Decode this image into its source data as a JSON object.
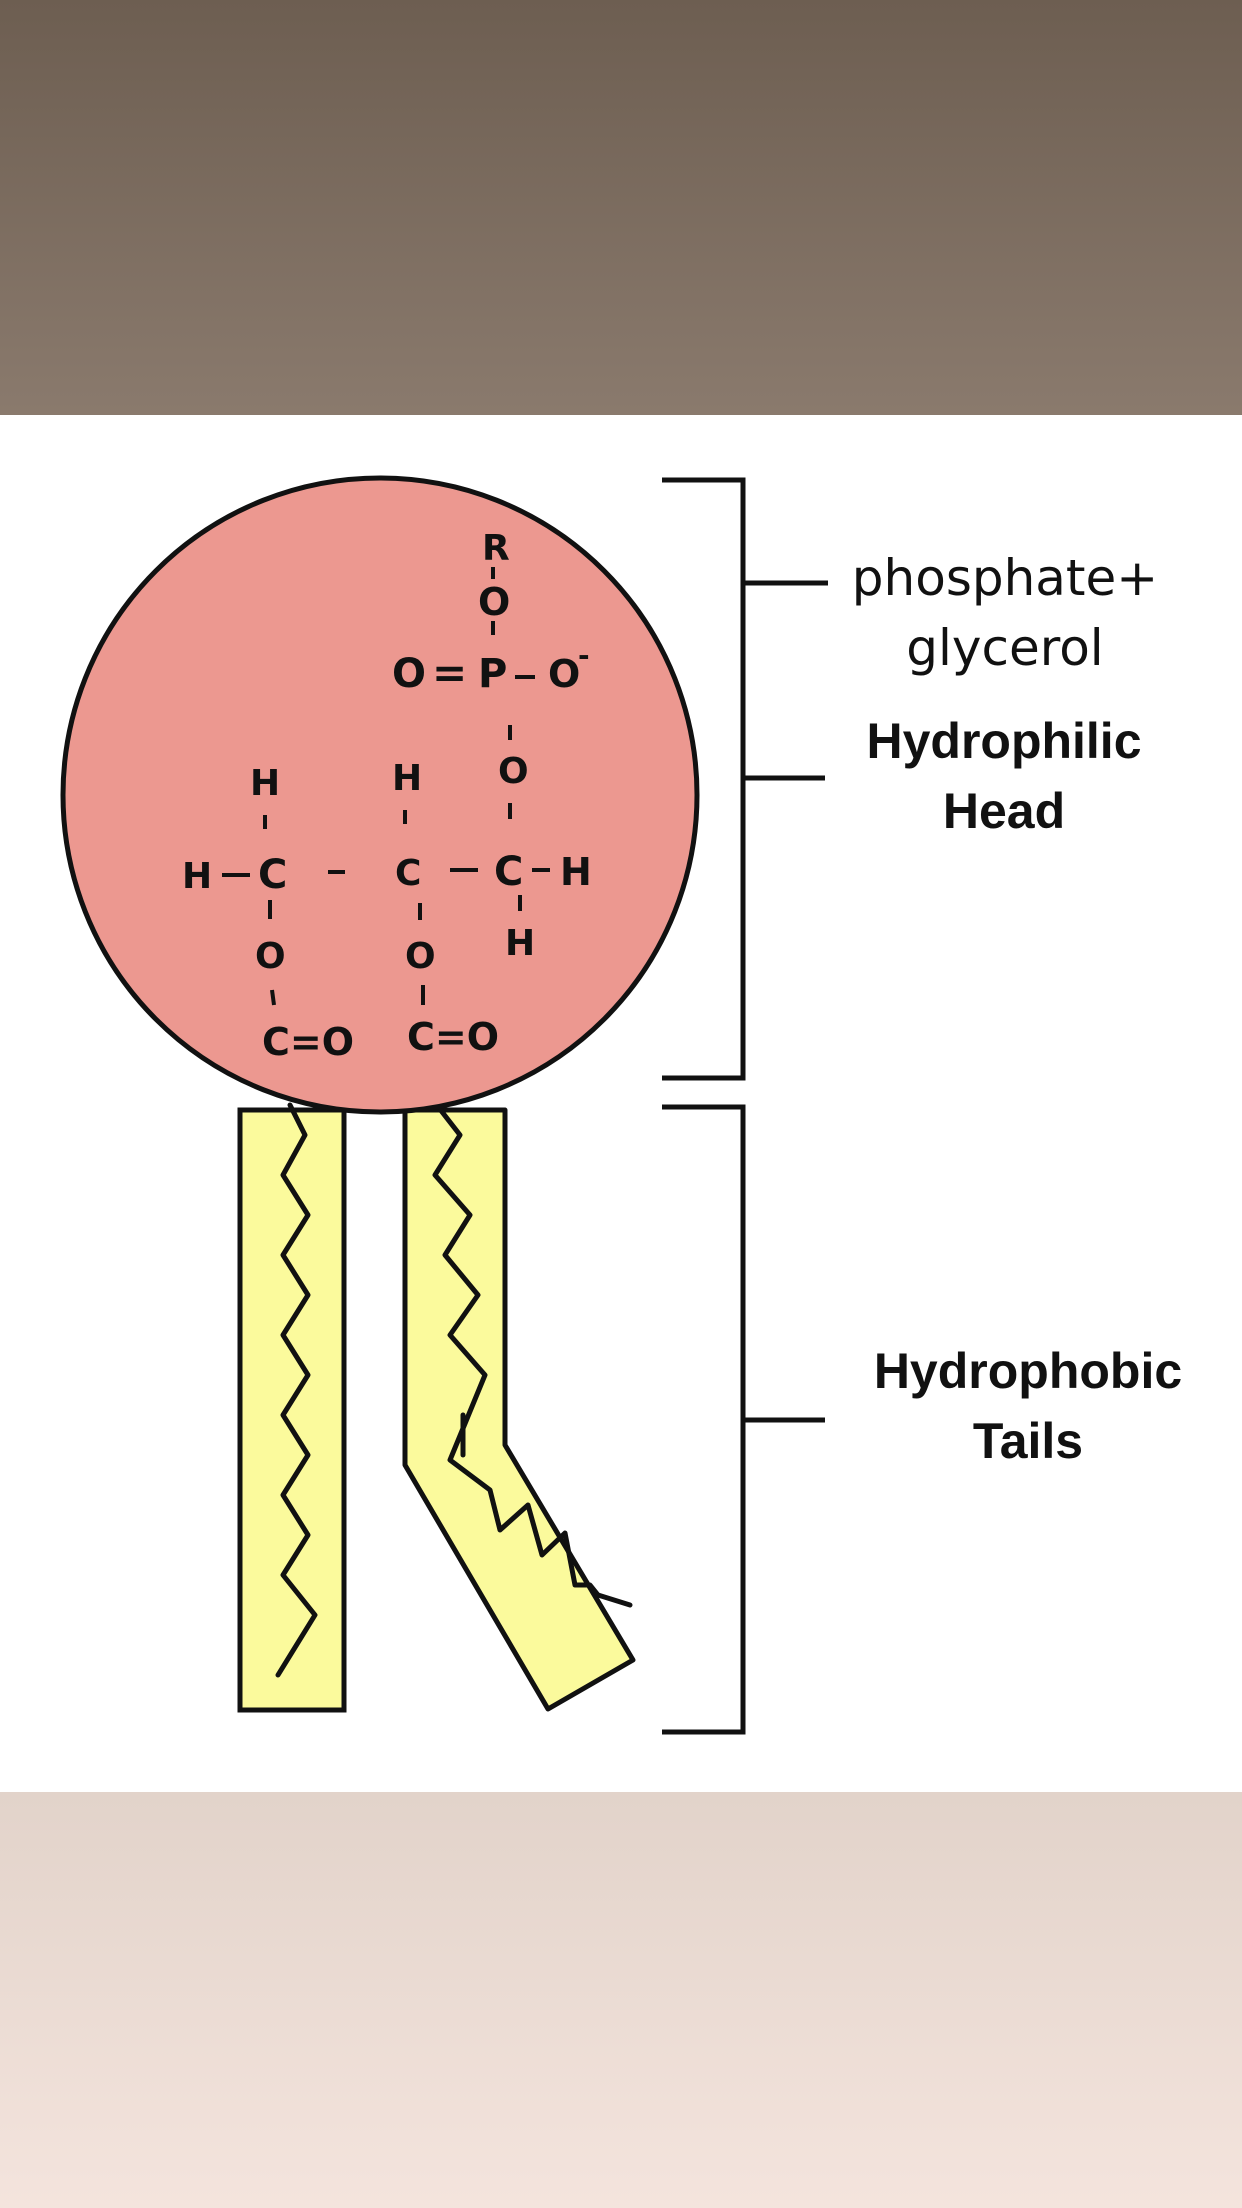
{
  "labels": {
    "phosphate_line1": "phosphate+",
    "phosphate_line2": "glycerol",
    "head_line1": "Hydrophilic",
    "head_line2": "Head",
    "tail_line1": "Hydrophobic",
    "tail_line2": "Tails"
  },
  "chemistry": {
    "R": "R",
    "O_top": "O",
    "P": "P",
    "O_double": "O",
    "double_bond": "=",
    "O_minus": "O",
    "minus_charge": "-",
    "O_link": "O",
    "H_left": "H",
    "H_mid": "H",
    "H_side": "H",
    "C_left": "C",
    "C_mid": "C",
    "C_right": "C",
    "H_right": "H",
    "H_bottom": "H",
    "O_ester_left": "O",
    "O_ester_mid": "O",
    "CO_left": "C=O",
    "CO_mid": "C=O"
  },
  "colors": {
    "head_fill": "#ec9890",
    "tail_fill": "#fbfa9c",
    "outline": "#111111",
    "top_band": "#7a6a5d",
    "bottom_band": "#ecdcd4"
  }
}
